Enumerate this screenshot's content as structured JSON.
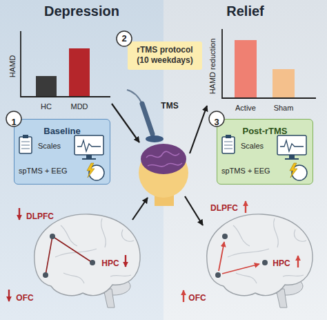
{
  "diagram": {
    "nodes": [
      {
        "text": [
          "Depression"
        ]
      },
      {
        "text": [
          "Relief"
        ]
      },
      {
        "text": [
          "2"
        ]
      },
      {
        "text": [
          "rTMS protocol (10 weekdays)"
        ]
      },
      {
        "text": [
          "1"
        ],
        "in": 0
      },
      {
        "text": [
          "Baseline",
          "Scales",
          "spTMS + EEG"
        ],
        "in": 0
      },
      {
        "text": [
          "3"
        ],
        "in": 1
      },
      {
        "text": [
          "Post-rTMS",
          "Scales",
          "spTMS + EEG"
        ],
        "in": 1
      }
    ],
    "labels": [
      "HAMD",
      "HC",
      "MDD",
      "TMS",
      "HAMD reduction",
      "Active",
      "Sham",
      "DLPFC",
      "OFC",
      "HPC",
      "DLPFC",
      "OFC",
      "HPC"
    ]
  }
}
